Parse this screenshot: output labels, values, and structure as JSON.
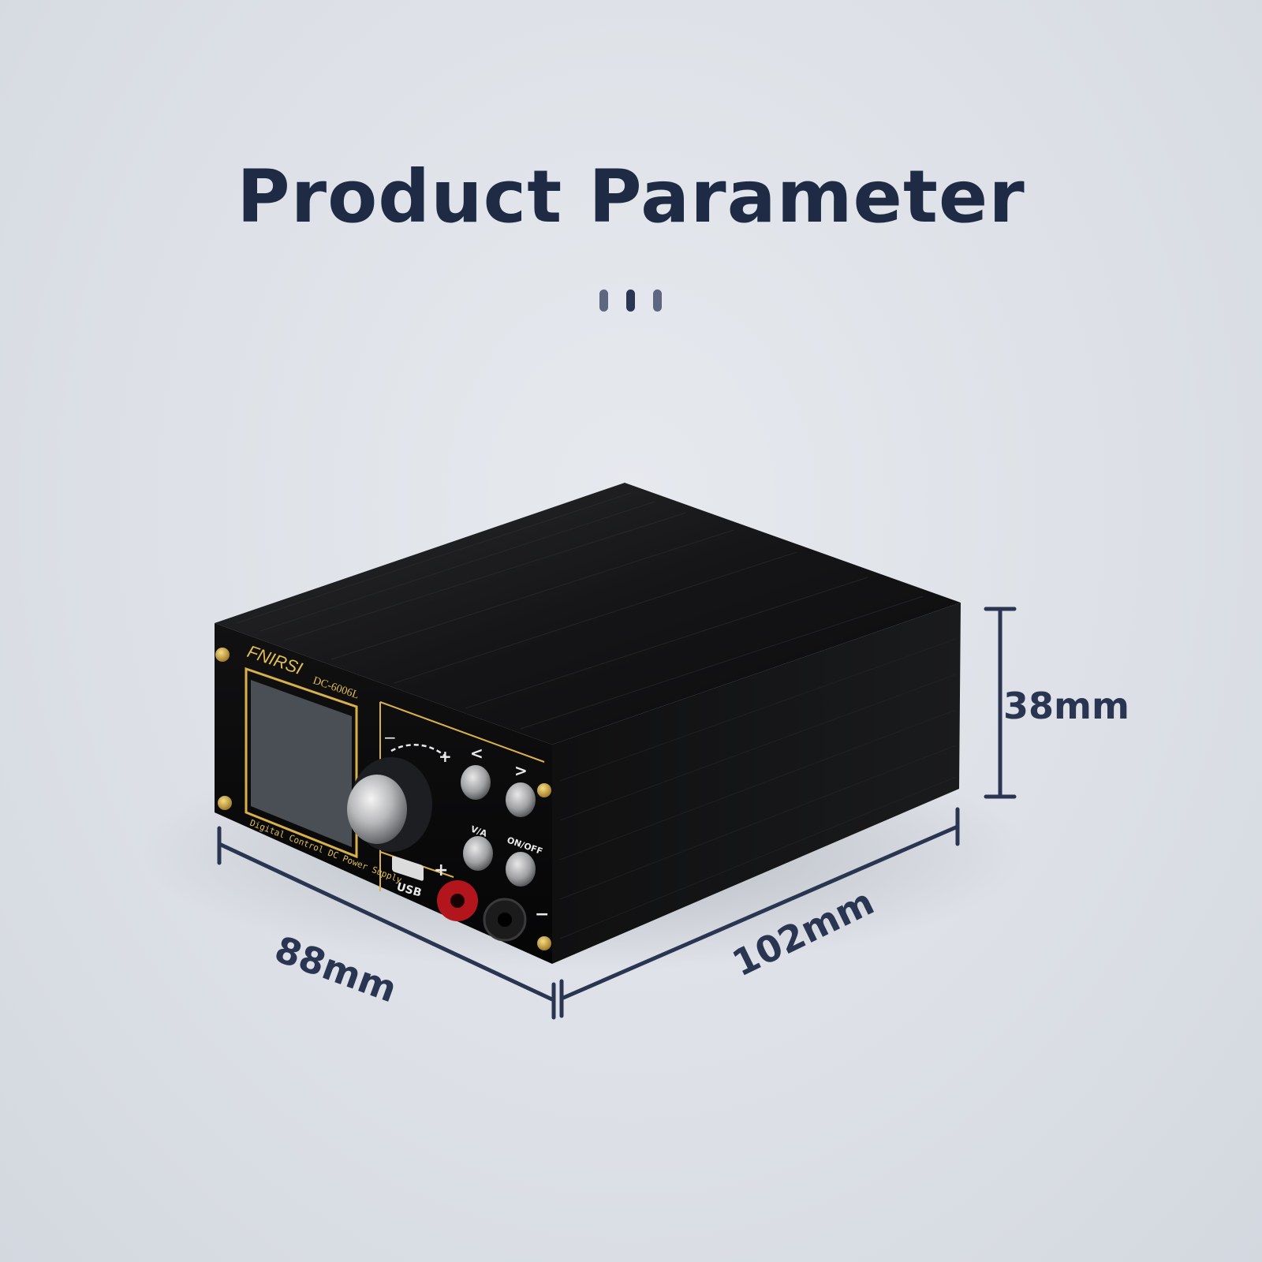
{
  "page": {
    "title": "Product Parameter"
  },
  "product": {
    "brand": "FNIRSI",
    "model": "DC-6006L",
    "caption": "Digital Control DC Power Supply",
    "buttons": {
      "left": "<",
      "right": ">",
      "va": "V/A",
      "onoff": "ON/OFF"
    },
    "knob_minus": "−",
    "knob_plus": "+",
    "usb": "USB",
    "terminal_plus": "+",
    "terminal_minus": "−"
  },
  "dimensions": {
    "height": "38mm",
    "depth": "88mm",
    "width": "102mm"
  },
  "colors": {
    "title": "#1f2b45",
    "gold": "#d8b14a",
    "body": "#0f0f10"
  }
}
